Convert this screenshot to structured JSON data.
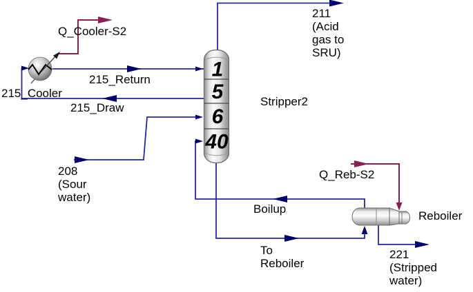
{
  "flowsheet": {
    "equipment": {
      "cooler": {
        "name": "215_Cooler"
      },
      "column": {
        "name": "Stripper2",
        "stages": [
          "1",
          "5",
          "6",
          "40"
        ]
      },
      "reboiler": {
        "name": "Reboiler"
      }
    },
    "streams": {
      "acid_gas": {
        "label": "211\n(Acid\ngas to\nSRU)",
        "type": "material"
      },
      "return_215": {
        "label": "215_Return",
        "type": "material"
      },
      "draw_215": {
        "label": "215_Draw",
        "type": "material"
      },
      "sour_water": {
        "label": "208\n(Sour\nwater)",
        "type": "material"
      },
      "boilup": {
        "label": "Boilup",
        "type": "material"
      },
      "to_reboiler": {
        "label": "To\nReboiler",
        "type": "material"
      },
      "stripped_water": {
        "label": "221\n(Stripped\nwater)",
        "type": "material"
      },
      "q_cooler": {
        "label": "Q_Cooler-S2",
        "type": "energy"
      },
      "q_reb": {
        "label": "Q_Reb-S2",
        "type": "energy"
      }
    },
    "colors": {
      "material_stream": "#2525AC",
      "material_arrow": "#00006E",
      "energy_stream": "#8C1D52",
      "label_text": "#000000",
      "equipment_outline": "#696969"
    }
  }
}
